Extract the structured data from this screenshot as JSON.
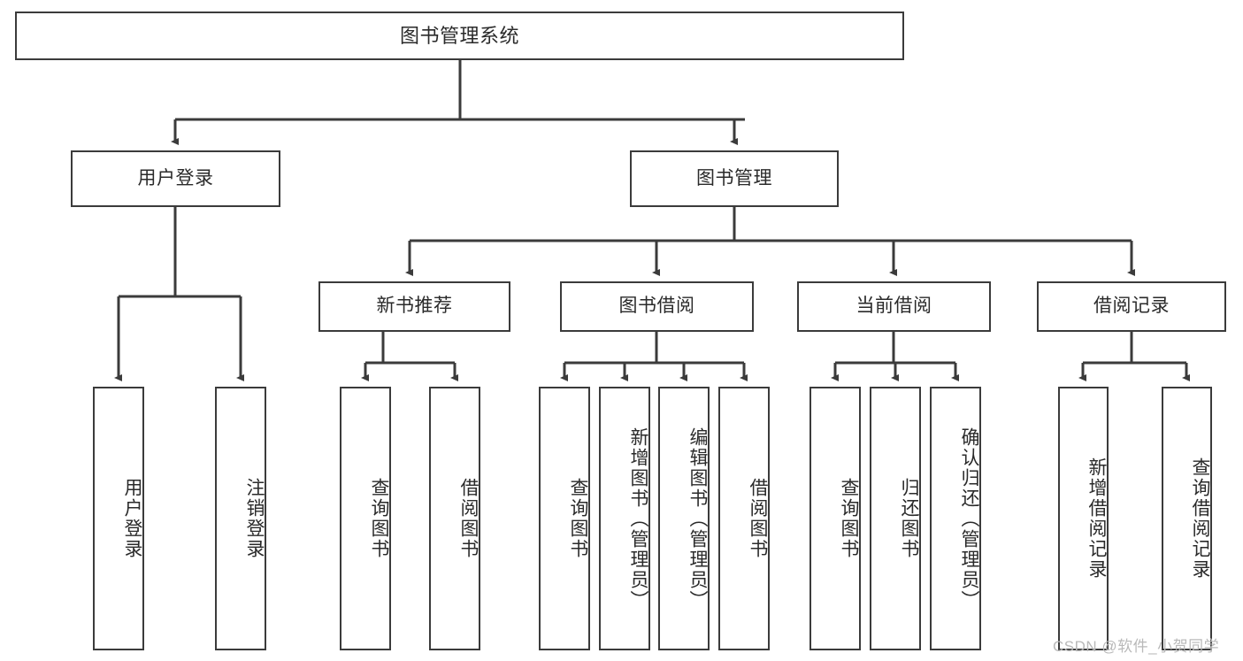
{
  "diagram": {
    "title": "图书管理系统",
    "type": "hierarchy-tree",
    "watermark": "CSDN @软件_小贺同学",
    "colors": {
      "border": "#3b3b3b",
      "text": "#2a2a2a",
      "background": "#ffffff",
      "watermark": "#b9b9b9"
    },
    "nodes": {
      "root": {
        "label": "图书管理系统"
      },
      "level1": [
        {
          "label": "用户登录"
        },
        {
          "label": "图书管理"
        }
      ],
      "level2": [
        {
          "label": "新书推荐"
        },
        {
          "label": "图书借阅"
        },
        {
          "label": "当前借阅"
        },
        {
          "label": "借阅记录"
        }
      ],
      "leaves_user_login": [
        {
          "label": "用户登录"
        },
        {
          "label": "注销登录"
        }
      ],
      "leaves_new_book": [
        {
          "label": "查询图书"
        },
        {
          "label": "借阅图书"
        }
      ],
      "leaves_borrow": [
        {
          "label": "查询图书"
        },
        {
          "label": "新增图书（管理员）"
        },
        {
          "label": "编辑图书（管理员）"
        },
        {
          "label": "借阅图书"
        }
      ],
      "leaves_current": [
        {
          "label": "查询图书"
        },
        {
          "label": "归还图书"
        },
        {
          "label": "确认归还（管理员）"
        }
      ],
      "leaves_record": [
        {
          "label": "新增借阅记录"
        },
        {
          "label": "查询借阅记录"
        }
      ]
    }
  }
}
